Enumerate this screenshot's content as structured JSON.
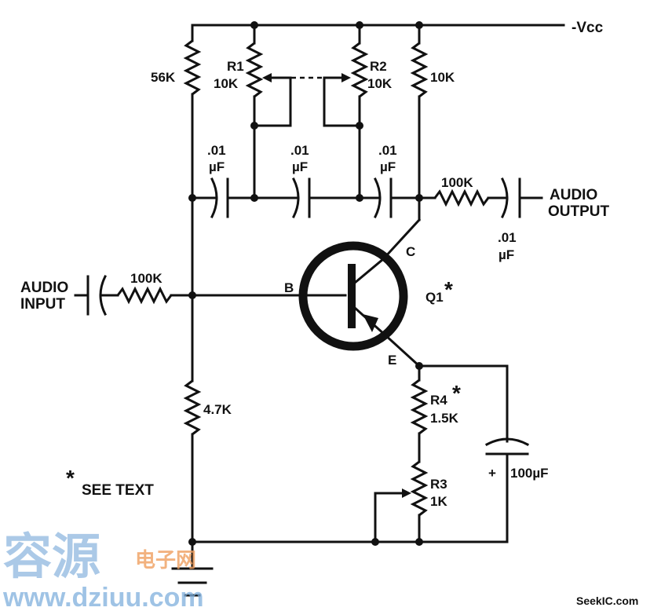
{
  "supply": {
    "label": "-Vcc"
  },
  "resistors": {
    "r_56k": "56K",
    "r1_name": "R1",
    "r1_value": "10K",
    "r2_name": "R2",
    "r2_value": "10K",
    "r_collector": "10K",
    "r_out": "100K",
    "r_in": "100K",
    "r_4k7": "4.7K",
    "r4_name": "R4",
    "r4_value": "1.5K",
    "r3_name": "R3",
    "r3_value": "1K"
  },
  "capacitors": {
    "c1_value": ".01",
    "c1_unit": "µF",
    "c2_value": ".01",
    "c2_unit": "µF",
    "c3_value": ".01",
    "c3_unit": "µF",
    "c_out_value": ".01",
    "c_out_unit": "µF",
    "c_emitter_polarity": "+",
    "c_emitter_value": "100µF"
  },
  "transistor": {
    "name": "Q1",
    "base": "B",
    "collector": "C",
    "emitter": "E"
  },
  "io": {
    "output_line1": "AUDIO",
    "output_line2": "OUTPUT",
    "input_line1": "AUDIO",
    "input_line2": "INPUT"
  },
  "notes": {
    "star": "*",
    "see_text": "SEE TEXT"
  },
  "watermarks": {
    "cn_big": "容源",
    "cn_small": "电子网",
    "url": "www.dziuu.com",
    "seekic": "SeekIC.com"
  }
}
